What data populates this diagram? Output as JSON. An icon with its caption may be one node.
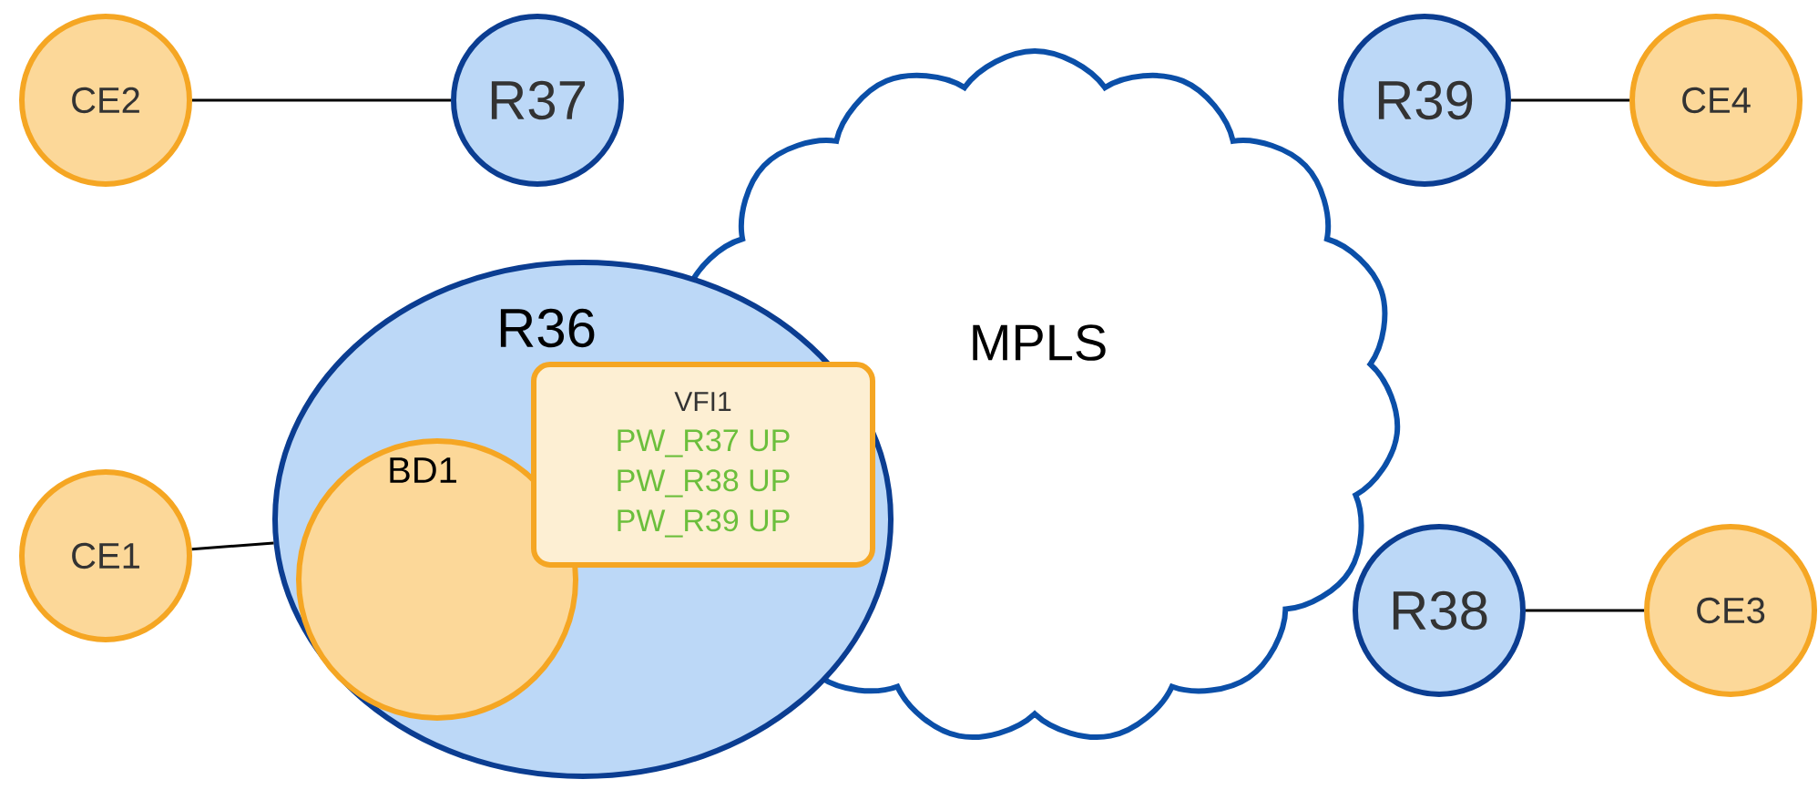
{
  "diagram": {
    "nodes": [
      {
        "text": [
          "CE2"
        ]
      },
      {
        "text": [
          "R37"
        ]
      },
      {
        "text": [
          "MPLS"
        ]
      },
      {
        "text": [
          "R39"
        ]
      },
      {
        "text": [
          "CE4"
        ]
      },
      {
        "text": [
          "R36"
        ]
      },
      {
        "text": [
          "BD1"
        ],
        "in": 5
      },
      {
        "text": [
          "VFI1",
          "PW_R37 UP",
          "PW_R38 UP",
          "PW_R39 UP"
        ],
        "in": 5
      },
      {
        "text": [
          "CE1"
        ]
      },
      {
        "text": [
          "R38"
        ]
      },
      {
        "text": [
          "CE3"
        ]
      }
    ],
    "edges": [
      {
        "from": 0,
        "to": 1,
        "arrow": "none"
      },
      {
        "from": 3,
        "to": 4,
        "arrow": "none"
      },
      {
        "from": 8,
        "to": 5,
        "arrow": "none"
      },
      {
        "from": 9,
        "to": 10,
        "arrow": "none"
      }
    ]
  }
}
